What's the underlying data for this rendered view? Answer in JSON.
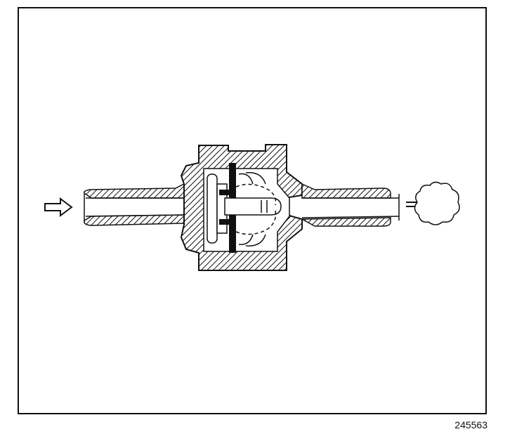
{
  "figure": {
    "id_label": "245563"
  },
  "diagram": {
    "subject": "valve-cross-section",
    "flow_direction": "left-to-right",
    "colors": {
      "ink": "#111111",
      "hatch": "#111111",
      "paper": "#ffffff"
    }
  }
}
